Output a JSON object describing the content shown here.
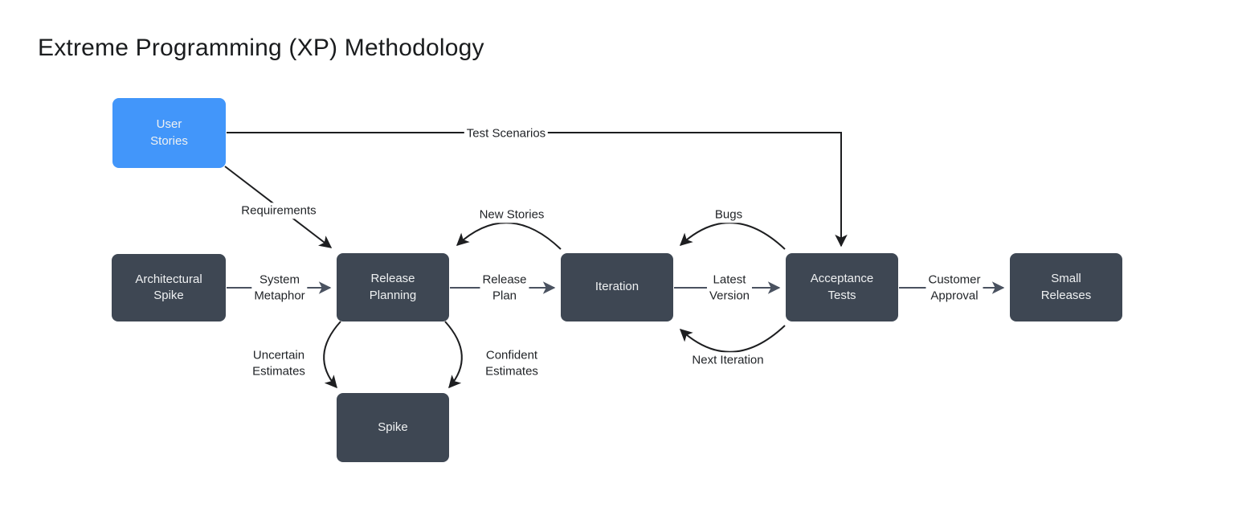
{
  "title": "Extreme Programming (XP) Methodology",
  "colors": {
    "node_fill": "#3e4753",
    "highlight_node_fill": "#4296fa",
    "node_text": "#eff1f2",
    "edge_black": "#1d1e20",
    "edge_gray": "#4a5260",
    "background": "#ffffff"
  },
  "nodes": {
    "user_stories": {
      "label": "User\nStories",
      "type": "highlight"
    },
    "architectural_spike": {
      "label": "Architectural\nSpike",
      "type": "default"
    },
    "release_planning": {
      "label": "Release\nPlanning",
      "type": "default"
    },
    "iteration": {
      "label": "Iteration",
      "type": "default"
    },
    "acceptance_tests": {
      "label": "Acceptance\nTests",
      "type": "default"
    },
    "small_releases": {
      "label": "Small\nReleases",
      "type": "default"
    },
    "spike": {
      "label": "Spike",
      "type": "default"
    }
  },
  "edges": {
    "test_scenarios": {
      "label": "Test Scenarios",
      "from": "User Stories",
      "to": "Acceptance Tests"
    },
    "requirements": {
      "label": "Requirements",
      "from": "User Stories",
      "to": "Release Planning"
    },
    "system_metaphor": {
      "label": "System\nMetaphor",
      "from": "Architectural Spike",
      "to": "Release Planning"
    },
    "new_stories": {
      "label": "New Stories",
      "from": "Iteration",
      "to": "Release Planning"
    },
    "release_plan": {
      "label": "Release\nPlan",
      "from": "Release Planning",
      "to": "Iteration"
    },
    "bugs": {
      "label": "Bugs",
      "from": "Acceptance Tests",
      "to": "Iteration"
    },
    "latest_version": {
      "label": "Latest\nVersion",
      "from": "Iteration",
      "to": "Acceptance Tests"
    },
    "next_iteration": {
      "label": "Next Iteration",
      "from": "Acceptance Tests",
      "to": "Iteration"
    },
    "customer_approval": {
      "label": "Customer\nApproval",
      "from": "Acceptance Tests",
      "to": "Small Releases"
    },
    "uncertain_estimates": {
      "label": "Uncertain\nEstimates",
      "from": "Release Planning",
      "to": "Spike"
    },
    "confident_estimates": {
      "label": "Confident\nEstimates",
      "from": "Release Planning",
      "to": "Spike"
    }
  }
}
